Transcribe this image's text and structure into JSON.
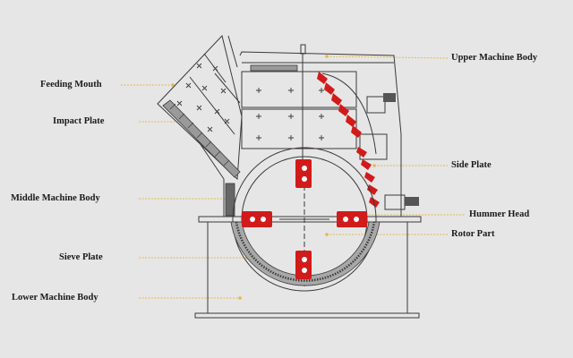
{
  "labels": {
    "left": {
      "feeding_mouth": "Feeding Mouth",
      "impact_plate": "Impact Plate",
      "middle_body": "Middle Machine Body",
      "sieve_plate": "Sieve Plate",
      "lower_body": "Lower Machine Body"
    },
    "right": {
      "upper_body": "Upper Machine Body",
      "side_plate": "Side Plate",
      "hummer_head": "Hummer Head",
      "rotor_part": "Rotor Part"
    }
  },
  "colors": {
    "background": "#e6e6e6",
    "line": "#3a3a3a",
    "leader": "#e8b64a",
    "accent_red": "#d11a1a"
  }
}
